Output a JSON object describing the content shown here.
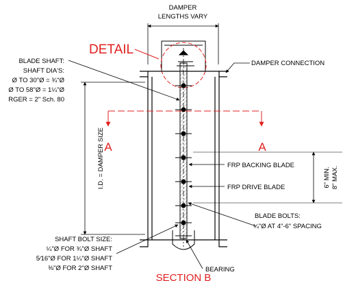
{
  "labels": {
    "damper_lengths_line1": "DAMPER",
    "damper_lengths_line2": "LENGTHS VARY",
    "detail": "DETAIL",
    "damper_connection": "DAMPER CONNECTION",
    "blade_shaft_line1": "BLADE SHAFT:",
    "blade_shaft_line2": "SHAFT DIA'S:",
    "blade_shaft_line3": "Ø TO 30\"Ø = ¾\"Ø",
    "blade_shaft_line4": "Ø TO 58\"Ø = 1¼\"Ø",
    "blade_shaft_line5": "RGER = 2\" Sch. 80",
    "id_damper_size": "I.D. = DAMPER SIZE",
    "section_left": "A",
    "section_right": "A",
    "frp_backing_blade": "FRP BACKING BLADE",
    "frp_drive_blade": "FRP DRIVE BLADE",
    "min_max_line1": "6\" MIN.",
    "min_max_line2": "8\" MAX.",
    "blade_bolts_line1": "BLADE BOLTS:",
    "blade_bolts_line2": "¼\"Ø AT 4\"-6\" SPACING",
    "shaft_bolt_size_title": "SHAFT BOLT SIZE:",
    "shaft_bolt_line1": "¼\"Ø FOR ¾\"Ø SHAFT",
    "shaft_bolt_line2": "5⁄16\"Ø FOR 1¼\"Ø SHAFT",
    "shaft_bolt_line3": "⅜\"Ø FOR 2\"Ø SHAFT",
    "bearing": "BEARING",
    "section_title": "SECTION B"
  },
  "colors": {
    "line": "#000000",
    "accent_red": "#e02020",
    "hatch": "#8c8c8c"
  }
}
